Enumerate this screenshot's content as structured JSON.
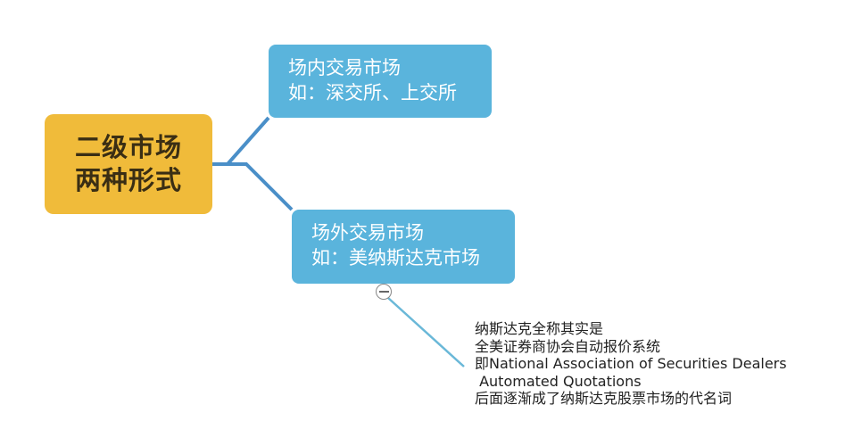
{
  "root": {
    "line1": "二级市场",
    "line2": "两种形式",
    "color": "#f0bb3a"
  },
  "branches": [
    {
      "title": "场内交易市场",
      "example": "如：深交所、上交所",
      "color": "#5ab4dc"
    },
    {
      "title": "场外交易市场",
      "example": "如：美纳斯达克市场",
      "color": "#5ab4dc",
      "collapse_icon": "minus-circle-icon"
    }
  ],
  "note": {
    "lines": [
      "纳斯达克全称其实是",
      "全美证券商协会自动报价系统",
      "即National Association of Securities Dealers",
      " Automated Quotations",
      "后面逐渐成了纳斯达克股票市场的代名词"
    ]
  },
  "connector_color": "#4a8fc8"
}
